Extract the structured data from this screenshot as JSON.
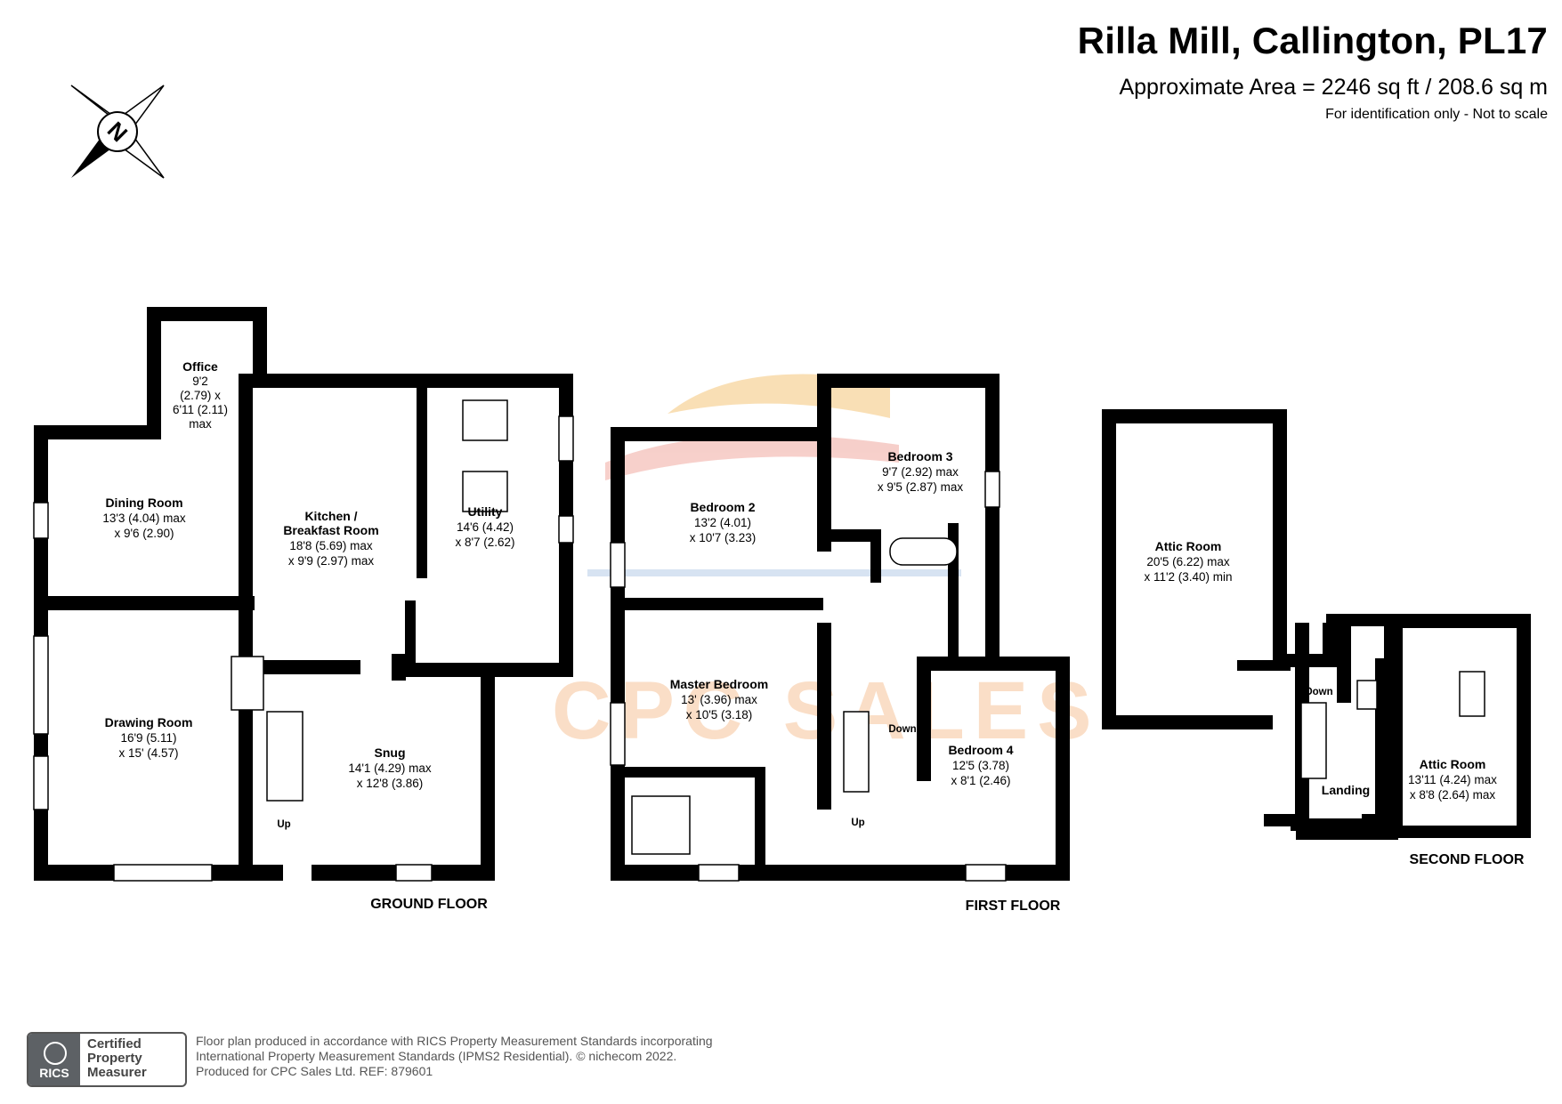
{
  "header": {
    "title": "Rilla Mill, Callington, PL17",
    "area": "Approximate Area = 2246 sq ft / 208.6 sq m",
    "note": "For identification only - Not to scale"
  },
  "compass": {
    "icon": "compass-north-icon",
    "letter": "N"
  },
  "watermark": {
    "text": "CPC SALES",
    "colors": [
      "#f5b969",
      "#ee8f8f",
      "#a8c3e4"
    ]
  },
  "floors": {
    "ground": {
      "label": "GROUND FLOOR",
      "rooms": {
        "office": {
          "name": "Office",
          "dims": [
            "9'2",
            "(2.79) x",
            "6'11 (2.11)",
            "max"
          ]
        },
        "dining": {
          "name": "Dining Room",
          "dims": [
            "13'3 (4.04) max",
            "x 9'6 (2.90)"
          ]
        },
        "kitchen": {
          "name": [
            "Kitchen /",
            "Breakfast Room"
          ],
          "dims": [
            "18'8 (5.69) max",
            "x 9'9 (2.97) max"
          ]
        },
        "utility": {
          "name": "Utility",
          "dims": [
            "14'6 (4.42)",
            "x 8'7 (2.62)"
          ]
        },
        "drawing": {
          "name": "Drawing Room",
          "dims": [
            "16'9 (5.11)",
            "x 15' (4.57)"
          ]
        },
        "snug": {
          "name": "Snug",
          "dims": [
            "14'1 (4.29) max",
            "x 12'8 (3.86)"
          ]
        }
      },
      "stair_label": "Up"
    },
    "first": {
      "label": "FIRST FLOOR",
      "rooms": {
        "bed2": {
          "name": "Bedroom 2",
          "dims": [
            "13'2 (4.01)",
            "x 10'7 (3.23)"
          ]
        },
        "bed3": {
          "name": "Bedroom 3",
          "dims": [
            "9'7 (2.92) max",
            "x 9'5 (2.87) max"
          ]
        },
        "master": {
          "name": "Master Bedroom",
          "dims": [
            "13' (3.96) max",
            "x 10'5 (3.18)"
          ]
        },
        "bed4": {
          "name": "Bedroom 4",
          "dims": [
            "12'5 (3.78)",
            "x 8'1 (2.46)"
          ]
        }
      },
      "stair_down": "Down",
      "stair_up": "Up"
    },
    "second": {
      "label": "SECOND FLOOR",
      "rooms": {
        "attic1": {
          "name": "Attic Room",
          "dims": [
            "20'5 (6.22) max",
            "x 11'2 (3.40) min"
          ]
        },
        "attic2": {
          "name": "Attic Room",
          "dims": [
            "13'11 (4.24) max",
            "x 8'8 (2.64) max"
          ]
        },
        "landing": {
          "name": "Landing"
        }
      },
      "stair_down": "Down"
    }
  },
  "footer": {
    "badge": {
      "org": "RICS",
      "lines": [
        "Certified",
        "Property",
        "Measurer"
      ]
    },
    "lines": [
      "Floor plan produced in accordance with RICS Property Measurement Standards incorporating",
      "International Property Measurement Standards (IPMS2 Residential).   © nichecom 2022.",
      "Produced for CPC Sales Ltd.   REF:  879601"
    ]
  }
}
